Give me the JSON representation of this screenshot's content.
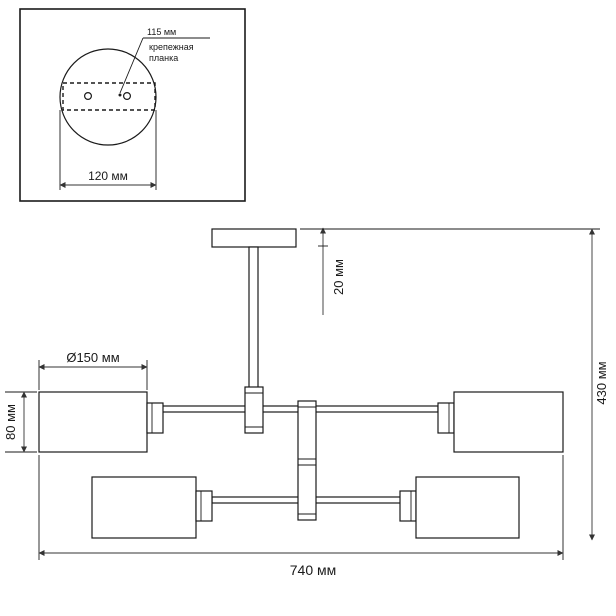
{
  "inset": {
    "plate_label": "115 мм",
    "bracket_label_line1": "крепежная",
    "bracket_label_line2": "планка",
    "base_diameter_label": "120 мм"
  },
  "dimensions": {
    "rod_height": "20 мм",
    "shade_diameter": "Ø150 мм",
    "shade_height": "80 мм",
    "total_height": "430 мм",
    "total_width": "740 мм"
  }
}
